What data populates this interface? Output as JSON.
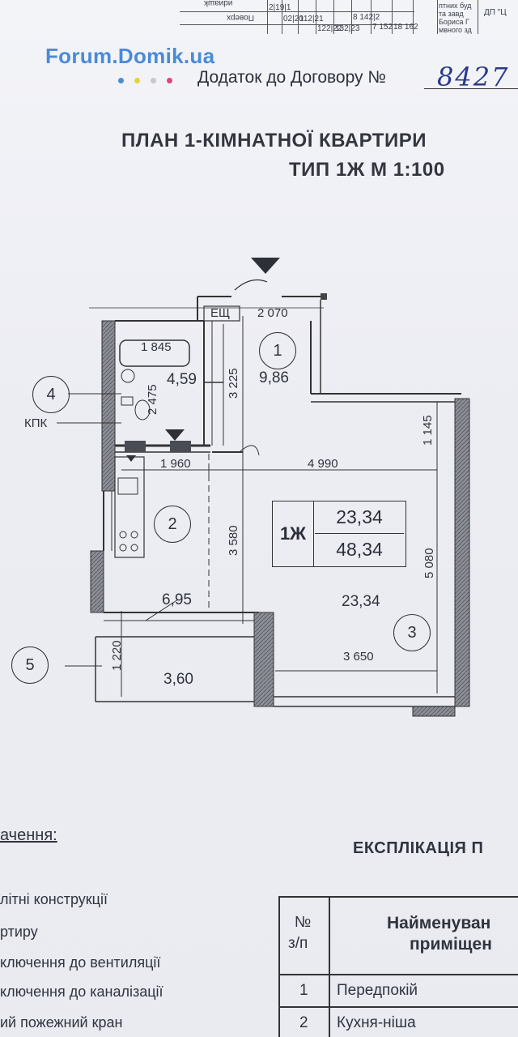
{
  "top_table": {
    "cells": [
      "иdиашk",
      "Поверх",
      "2|19|1",
      "02|20",
      "112|21",
      "122|22",
      "132|23",
      "8 142|2",
      "7 152",
      "18 162"
    ],
    "side_notes": [
      "птних буд",
      "та завд",
      "Бориса Г",
      "мвного зд",
      "ДП \"Ц"
    ]
  },
  "watermark": {
    "text": "Forum.Domik.ua",
    "dot_colors": [
      "#4a8bd6",
      "#e8d23a",
      "#c8c8c8",
      "#e0457a"
    ]
  },
  "annex": {
    "label": "Додаток до Договору №",
    "handwritten_number": "8427"
  },
  "plan_title": {
    "line1": "ПЛАН 1-КІМНАТНОЇ КВАРТИРИ",
    "line2": "ТИП 1Ж   М 1:100"
  },
  "plan": {
    "rooms": [
      {
        "number": "1",
        "area": "9,86"
      },
      {
        "number": "2",
        "area": "6,95"
      },
      {
        "number": "3",
        "area": "23,34"
      }
    ],
    "bathroom_area": "4,59",
    "balcony_area": "3,60",
    "callouts": [
      {
        "number": "4",
        "label": "КПК"
      },
      {
        "number": "5"
      }
    ],
    "panel_label": "ЕЩ",
    "bath_label": "1 845",
    "dimensions": {
      "d2070": "2 070",
      "d2475": "2 475",
      "d3225": "3 225",
      "d1145": "1 145",
      "d1960": "1 960",
      "d4990": "4 990",
      "d3580": "3 580",
      "d5080": "5 080",
      "d1220": "1 220",
      "d3650": "3 650"
    },
    "summary": {
      "type": "1Ж",
      "living_area": "23,34",
      "total_area": "48,34"
    }
  },
  "legend": {
    "title": "ачення:",
    "items": [
      "літні конструкції",
      "ртиру",
      "ключення до вентиляції",
      "ключення до каналізації",
      "ий пожежний кран"
    ]
  },
  "explication": {
    "title": "ЕКСПЛІКАЦІЯ П",
    "header_no_line1": "№",
    "header_no_line2": "з/п",
    "header_name_line1": "Найменуван",
    "header_name_line2": "приміщен",
    "rows": [
      {
        "no": "1",
        "name": "Передпокій"
      },
      {
        "no": "2",
        "name": "Кухня-ніша"
      }
    ]
  }
}
